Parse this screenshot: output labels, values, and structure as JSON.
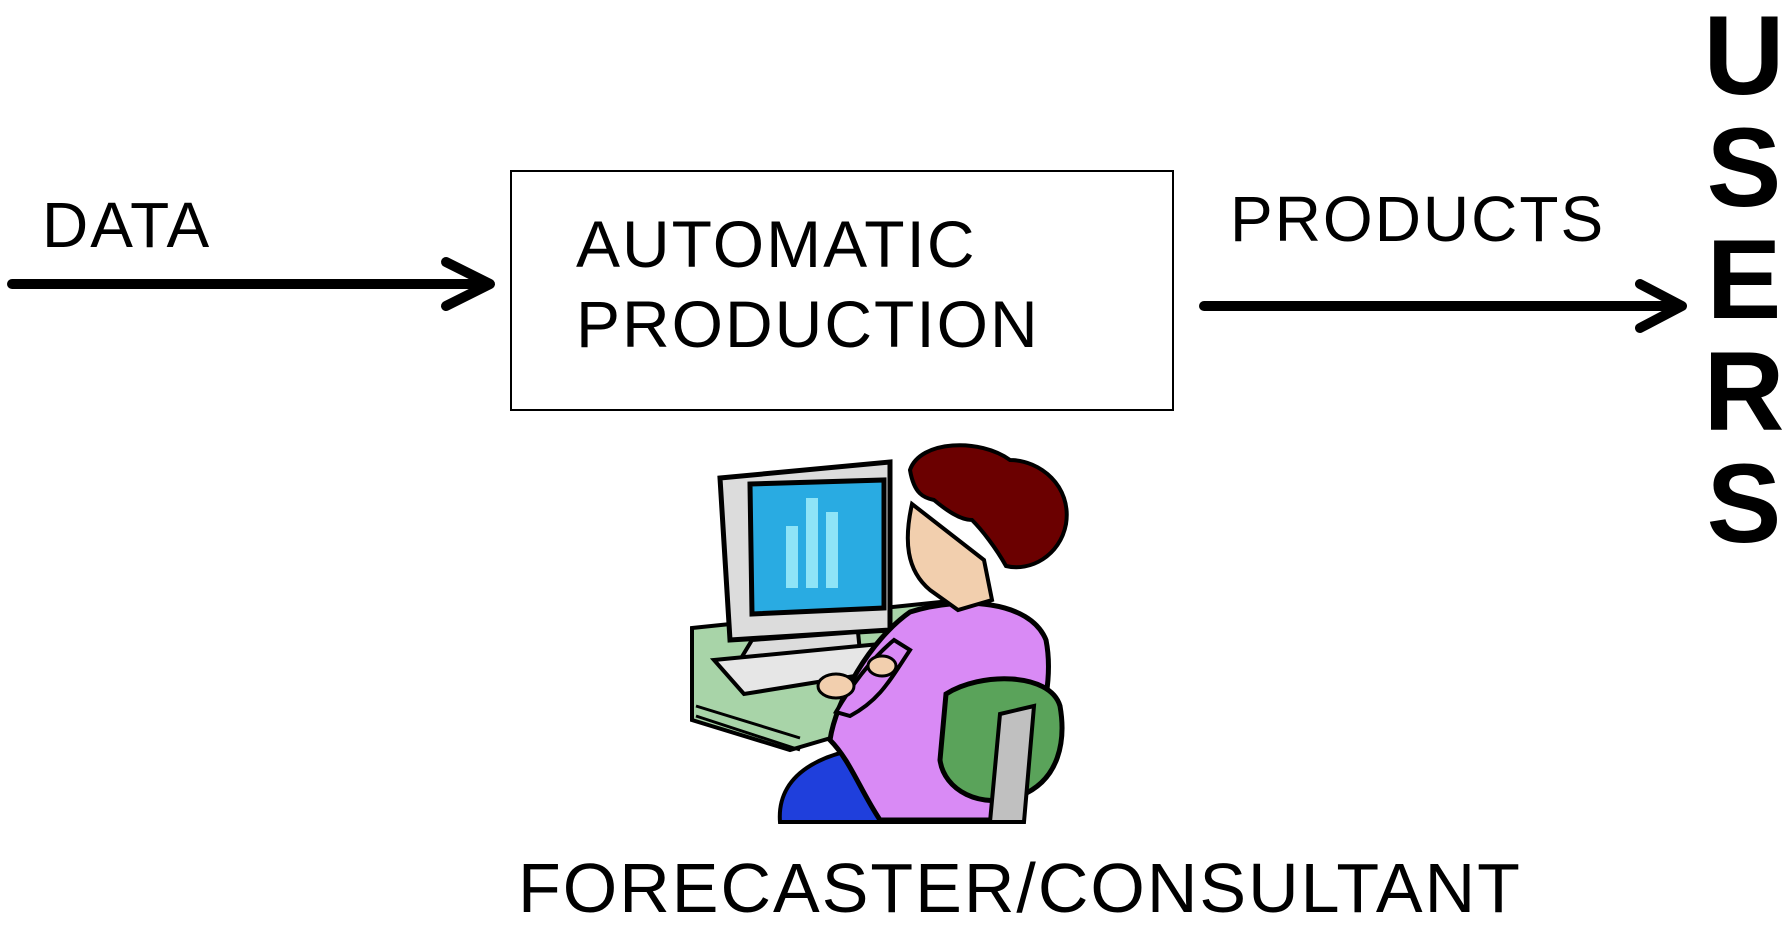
{
  "diagram": {
    "input_label": "DATA",
    "process_lines": [
      "AUTOMATIC",
      "PRODUCTION"
    ],
    "output_label": "PRODUCTS",
    "target_label": "USERS",
    "operator_label": "FORECASTER/CONSULTANT"
  },
  "icons": {
    "operator": "person-at-computer-icon"
  },
  "colors": {
    "ink": "#000000",
    "screen": "#29abe2",
    "bars": "#8ee4f7",
    "hair": "#6b0000",
    "sweater": "#d98af5",
    "chair": "#5aa35a",
    "desk": "#a8d4a8",
    "pants": "#1f3fdc",
    "skin": "#f2cfae"
  }
}
